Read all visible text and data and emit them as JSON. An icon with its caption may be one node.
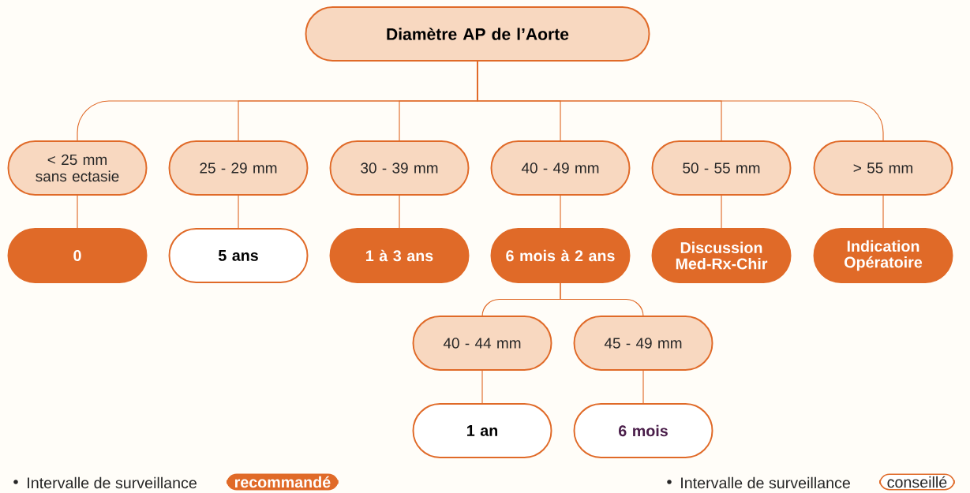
{
  "diagram": {
    "nodes": [
      {
        "text": [
          "Diamètre AP de l’Aorte"
        ]
      },
      {
        "text": [
          "< 25 mm sans ectasie"
        ]
      },
      {
        "text": [
          "25 - 29 mm"
        ]
      },
      {
        "text": [
          "30 - 39  mm"
        ]
      },
      {
        "text": [
          "40 - 49 mm"
        ]
      },
      {
        "text": [
          "50 - 55 mm"
        ]
      },
      {
        "text": [
          "> 55 mm"
        ]
      },
      {
        "text": [
          "0"
        ]
      },
      {
        "text": [
          "5 ans"
        ]
      },
      {
        "text": [
          "1 à 3 ans"
        ]
      },
      {
        "text": [
          "6 mois à 2 ans"
        ]
      },
      {
        "text": [
          "Discussion Med-Rx-Chir"
        ]
      },
      {
        "text": [
          "Indication Opératoire"
        ]
      },
      {
        "text": [
          "40 - 44 mm"
        ]
      },
      {
        "text": [
          "45 - 49 mm"
        ]
      },
      {
        "text": [
          "1 an"
        ]
      },
      {
        "text": [
          "6 mois"
        ]
      }
    ],
    "edges": [
      {
        "from": 0,
        "to": 1,
        "arrow": "none"
      },
      {
        "from": 0,
        "to": 2,
        "arrow": "none"
      },
      {
        "from": 0,
        "to": 3,
        "arrow": "none"
      },
      {
        "from": 0,
        "to": 4,
        "arrow": "none"
      },
      {
        "from": 0,
        "to": 5,
        "arrow": "none"
      },
      {
        "from": 0,
        "to": 6,
        "arrow": "none"
      },
      {
        "from": 1,
        "to": 7,
        "arrow": "none"
      },
      {
        "from": 2,
        "to": 8,
        "arrow": "none"
      },
      {
        "from": 3,
        "to": 9,
        "arrow": "none"
      },
      {
        "from": 4,
        "to": 10,
        "arrow": "none"
      },
      {
        "from": 5,
        "to": 11,
        "arrow": "none"
      },
      {
        "from": 6,
        "to": 12,
        "arrow": "none"
      },
      {
        "from": 10,
        "to": 13,
        "arrow": "none"
      },
      {
        "from": 10,
        "to": 14,
        "arrow": "none"
      },
      {
        "from": 13,
        "to": 15,
        "arrow": "none"
      },
      {
        "from": 14,
        "to": 16,
        "arrow": "none"
      }
    ],
    "labels": [
      "Intervalle de surveillance",
      "Intervalle de surveillance"
    ],
    "legend": [
      {
        "text": "recommandé",
        "color": "#e06a28"
      },
      {
        "text": "conseillé",
        "color": "#ffffff"
      }
    ]
  }
}
